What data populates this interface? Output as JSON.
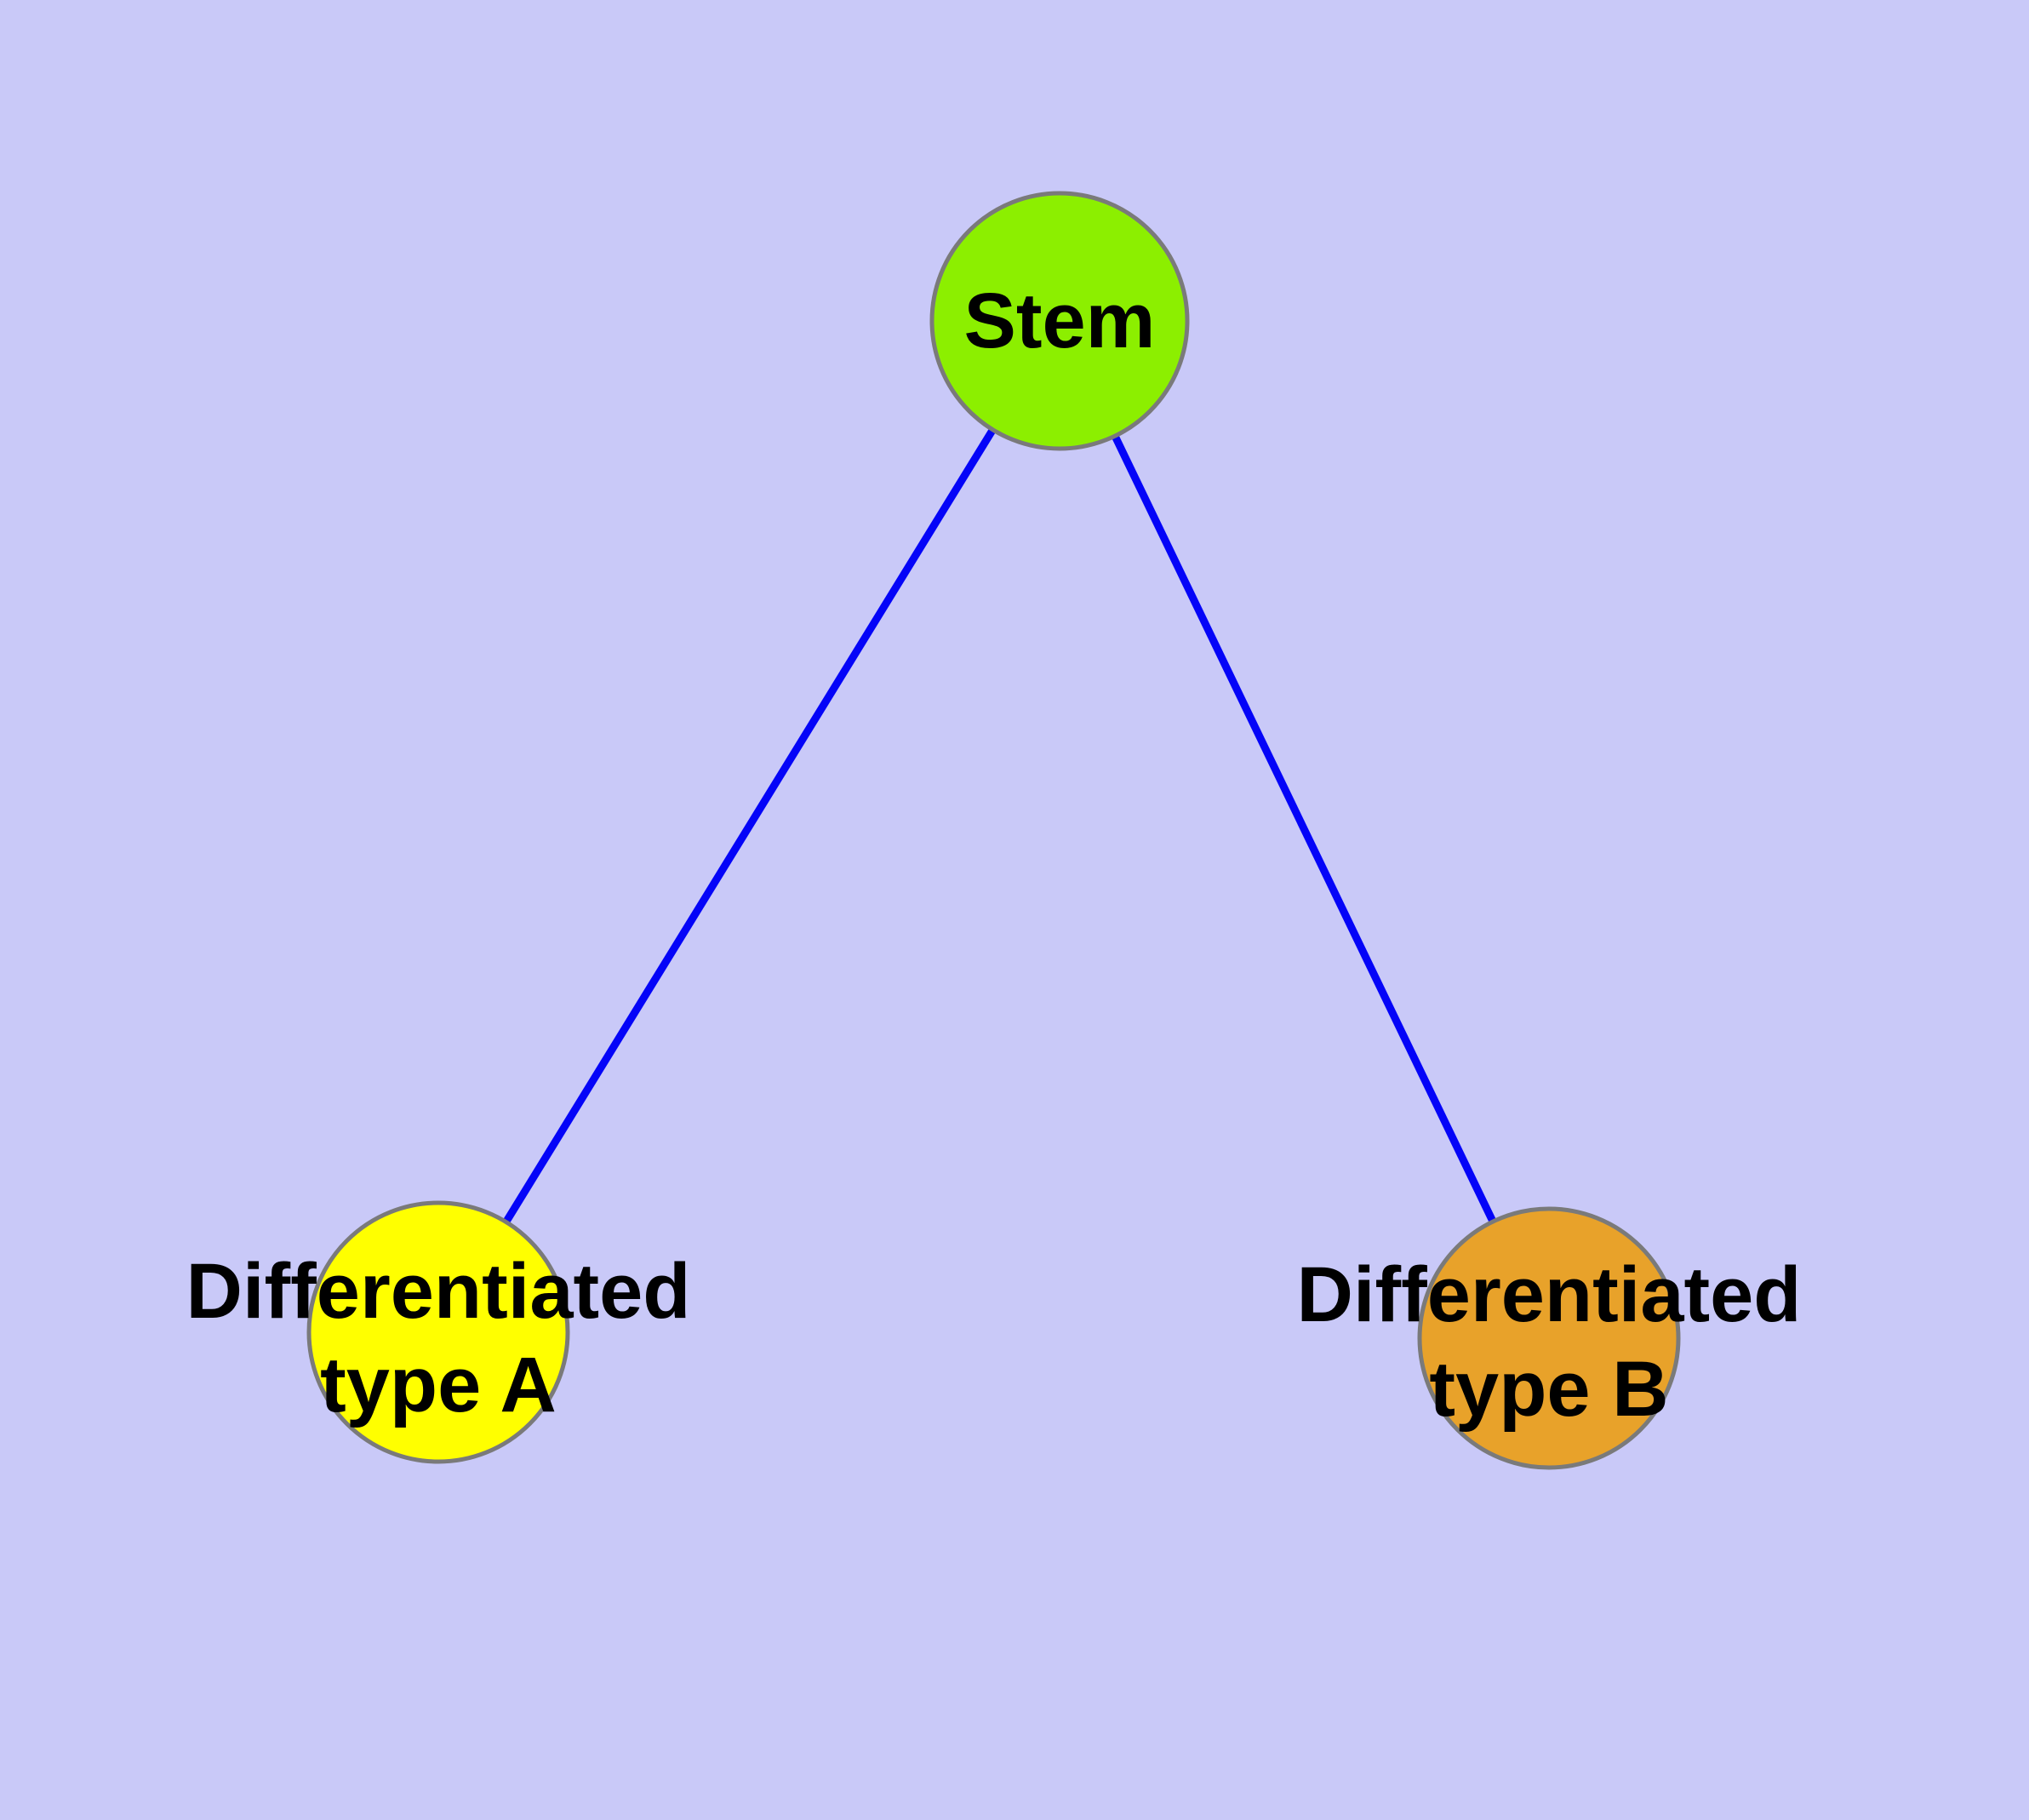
{
  "diagram": {
    "background_color": "#C9C9F8",
    "edge_color": "#0404F8",
    "node_border_color": "#7A7A7A",
    "text_color": "#000000",
    "nodes": [
      {
        "id": "stem",
        "label": "Stem",
        "fill_color": "#8CEF00"
      },
      {
        "id": "differentiated-type-a",
        "label_line1": "Differentiated",
        "label_line2": "type A",
        "fill_color": "#FFFF00"
      },
      {
        "id": "differentiated-type-b",
        "label_line1": "Differentiated",
        "label_line2": "type B",
        "fill_color": "#E8A22A"
      }
    ],
    "edges": [
      {
        "from": "Stem",
        "to": "Differentiated type A"
      },
      {
        "from": "Stem",
        "to": "Differentiated type B"
      }
    ]
  }
}
